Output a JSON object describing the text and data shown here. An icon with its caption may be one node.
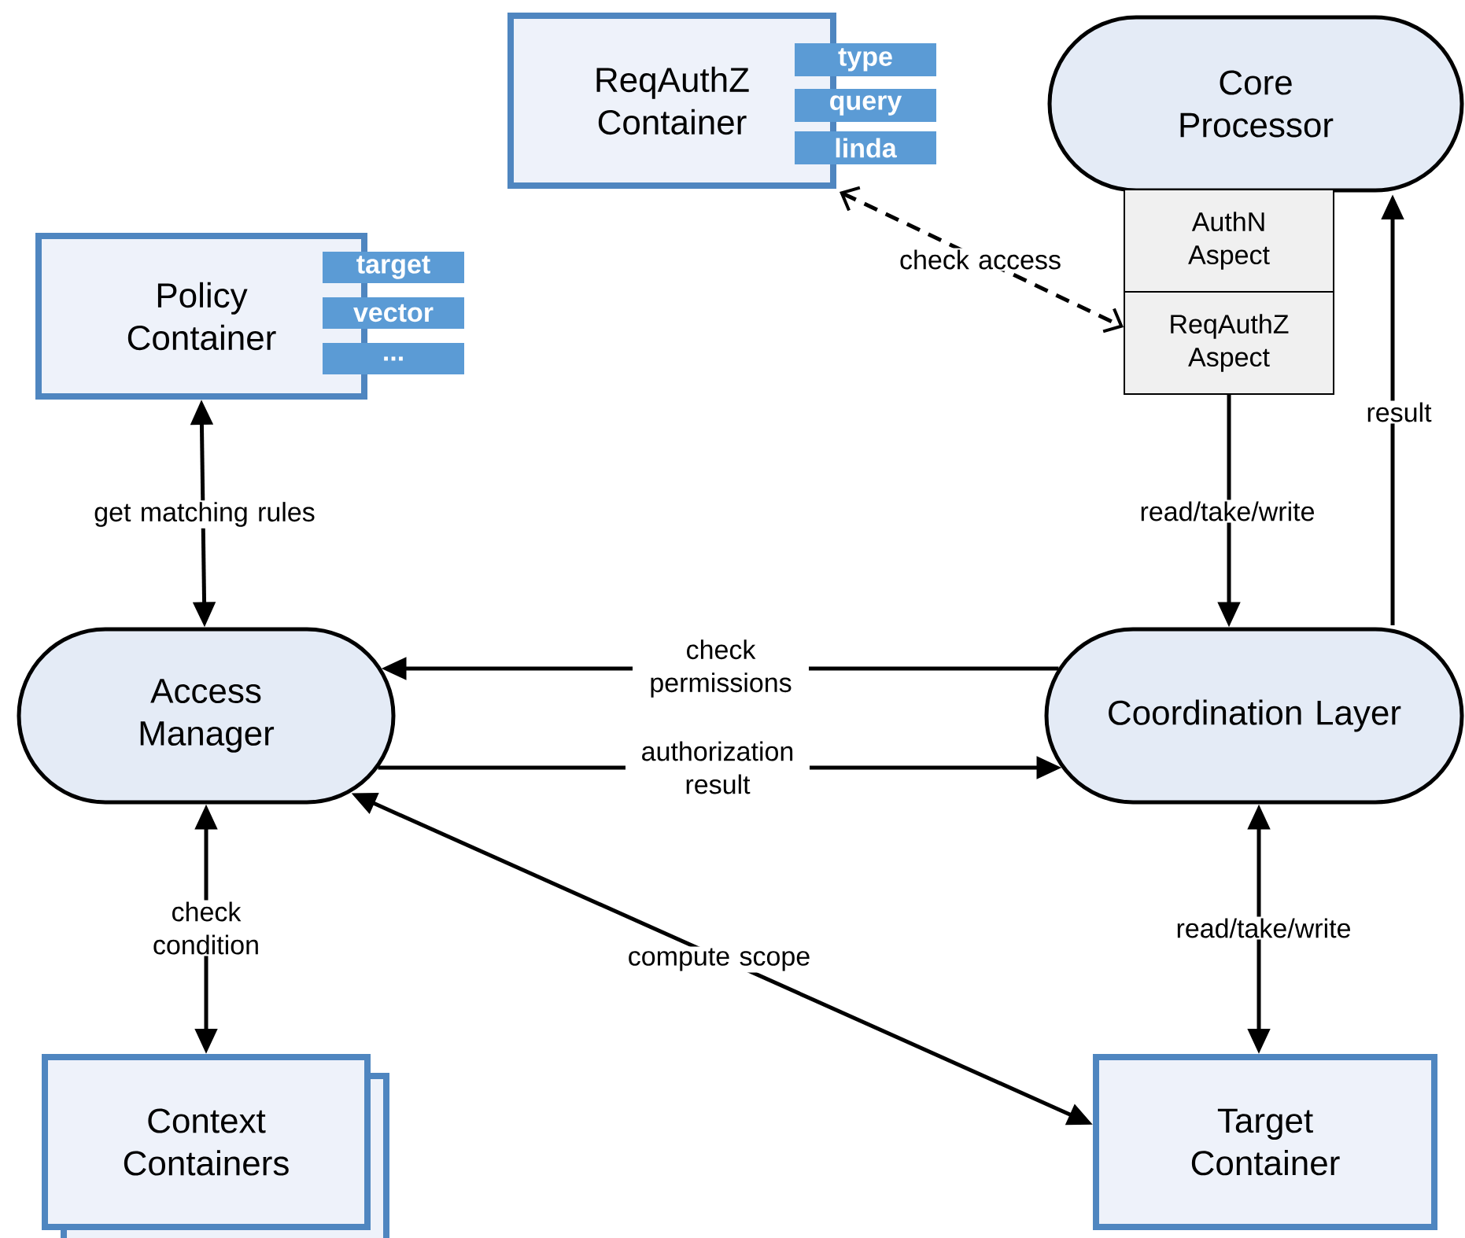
{
  "diagram": {
    "nodes": [
      {
        "text": [
          "ReqAuthZ Container"
        ]
      },
      {
        "text": [
          "type"
        ]
      },
      {
        "text": [
          "query"
        ]
      },
      {
        "text": [
          "linda"
        ]
      },
      {
        "text": [
          "Core Processor"
        ]
      },
      {
        "text": [
          "AuthN Aspect"
        ]
      },
      {
        "text": [
          "ReqAuthZ Aspect"
        ]
      },
      {
        "text": [
          "Policy Container"
        ]
      },
      {
        "text": [
          "target"
        ]
      },
      {
        "text": [
          "vector"
        ]
      },
      {
        "text": [
          "..."
        ]
      },
      {
        "text": [
          "Access Manager"
        ]
      },
      {
        "text": [
          "Coordination Layer"
        ]
      },
      {
        "text": [
          "Context Containers"
        ]
      },
      {
        "text": [
          "Target Container"
        ]
      }
    ],
    "edges": [
      {
        "from": 0,
        "to": 6,
        "arrow": "both",
        "label": "check access",
        "style": "dashed"
      },
      {
        "from": 7,
        "to": 11,
        "arrow": "both",
        "label": "get matching rules"
      },
      {
        "from": 6,
        "to": 12,
        "arrow": "to",
        "label": "read/take/write"
      },
      {
        "from": 12,
        "to": 4,
        "arrow": "to",
        "label": "result"
      },
      {
        "from": 12,
        "to": 11,
        "arrow": "to",
        "label": "check permissions"
      },
      {
        "from": 11,
        "to": 12,
        "arrow": "to",
        "label": "authorization result"
      },
      {
        "from": 11,
        "to": 13,
        "arrow": "both",
        "label": "check condition"
      },
      {
        "from": 11,
        "to": 14,
        "arrow": "both",
        "label": "compute scope"
      },
      {
        "from": 12,
        "to": 14,
        "arrow": "both",
        "label": "read/take/write"
      }
    ]
  }
}
